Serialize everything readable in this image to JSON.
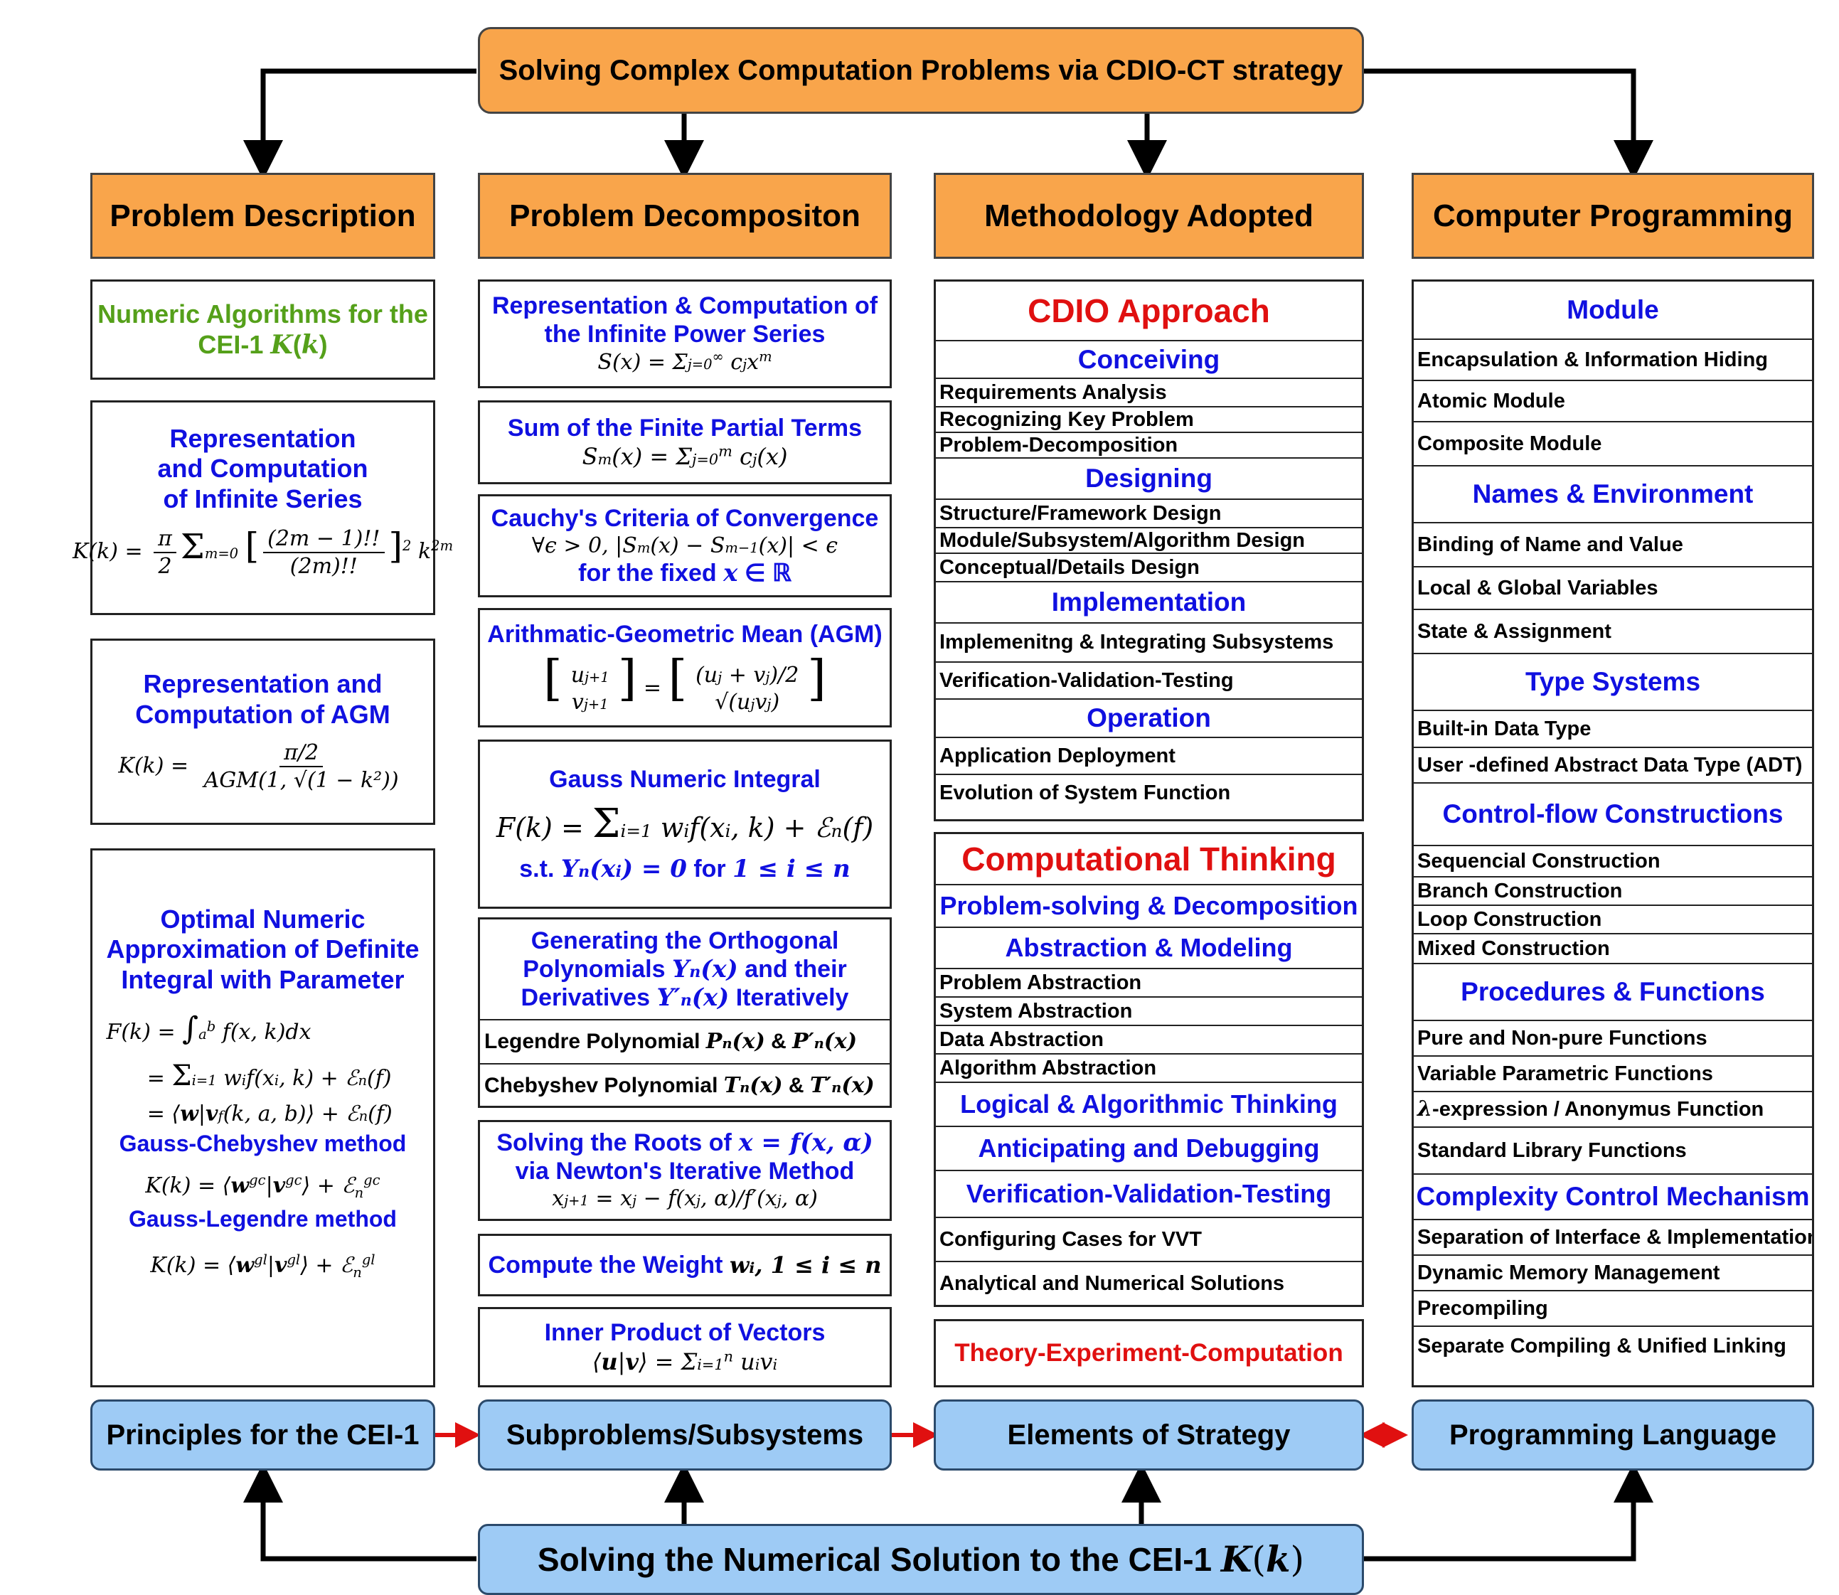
{
  "top_title": "Solving Complex Computation Problems via CDIO-CT strategy",
  "bottom_title": "Solving the Numerical Solution to the CEI-1",
  "headers": {
    "col1": "Problem Description",
    "col2": "Problem Decompositon",
    "col3": "Methodology Adopted",
    "col4": "Computer Programming"
  },
  "footers": {
    "col1": "Principles for the CEI-1",
    "col2": "Subproblems/Subsystems",
    "col3": "Elements of Strategy",
    "col4": "Programming Language"
  },
  "col1": {
    "b1_title": "Numeric Algorithms for the CEI-1",
    "b2_title": "Representation and Computation of Infinite Series",
    "b3_title": "Representation and Computation of AGM",
    "b4_title": "Optimal Numeric Approximation of Definite Integral with Parameter",
    "b4_m1": "Gauss-Chebyshev method",
    "b4_m2": "Gauss-Legendre method"
  },
  "col2": {
    "b1_title": "Representation & Computation of the  Infinite Power Series",
    "b2_title": "Sum of the Finite Partial Terms",
    "b3_title": "Cauchy's Criteria of Convergence",
    "b3_fixed": "for the fixed",
    "b4_title": "Arithmatic-Geometric Mean (AGM)",
    "b5_title": "Gauss Numeric Integral",
    "b5_st": "s.t.",
    "b5_for": "for",
    "b6_title_a": "Generating the Orthogonal Polynomials",
    "b6_title_b": "and their Derivatives",
    "b6_title_c": "Iteratively",
    "b6_r1": "Legendre Polynomial",
    "b6_r2": "Chebyshev Polynomial",
    "amp": "&",
    "b7_title_a": "Solving the Roots of",
    "b7_title_b": "via Newton's Iterative Method",
    "b8_title": "Compute the Weight",
    "b9_title": "Inner Product of Vectors"
  },
  "col3": {
    "cdio_title": "CDIO Approach",
    "conceiving": "Conceiving",
    "c_items": [
      "Requirements  Analysis",
      "Recognizing Key Problem",
      "Problem-Decomposition"
    ],
    "designing": "Designing",
    "d_items": [
      "Structure/Framework Design",
      "Module/Subsystem/Algorithm Design",
      "Conceptual/Details Design"
    ],
    "implementation": "Implementation",
    "i_items": [
      "Implemenitng & Integrating Subsystems",
      "Verification-Validation-Testing"
    ],
    "operation": "Operation",
    "o_items": [
      "Application Deployment",
      "Evolution of System Function"
    ],
    "ct_title": "Computational Thinking",
    "ps": "Problem-solving & Decomposition",
    "am": "Abstraction & Modeling",
    "am_items": [
      "Problem Abstraction",
      "System Abstraction",
      "Data Abstraction",
      "Algorithm Abstraction"
    ],
    "lat": "Logical & Algorithmic Thinking",
    "ad": "Anticipating and Debugging",
    "vvt": "Verification-Validation-Testing",
    "vvt_items": [
      "Configuring Cases for VVT",
      "Analytical and Numerical Solutions"
    ],
    "tec": "Theory-Experiment-Computation"
  },
  "col4": {
    "module": "Module",
    "module_items": [
      "Encapsulation & Information Hiding",
      "Atomic Module",
      "Composite Module"
    ],
    "names": "Names & Environment",
    "names_items": [
      "Binding of Name and Value",
      "Local & Global Variables",
      "State & Assignment"
    ],
    "types": "Type Systems",
    "types_items": [
      "Built-in Data Type",
      "User -defined Abstract Data Type (ADT)"
    ],
    "control": "Control-flow Constructions",
    "control_items": [
      "Sequencial Construction",
      "Branch Construction",
      "Loop Construction",
      "Mixed Construction"
    ],
    "procs": "Procedures & Functions",
    "procs_items": [
      "Pure and Non-pure Functions",
      "Variable Parametric Functions",
      "-expression / Anonymus Function",
      "Standard Library Functions"
    ],
    "complex": "Complexity  Control Mechanism",
    "complex_items": [
      "Separation of Interface & Implementation",
      "Dynamic Memory Management",
      "Precompiling",
      "Separate Compiling & Unified Linking"
    ]
  },
  "colors": {
    "orange": "#F9A54B",
    "light_blue": "#9ECBF5",
    "title_blue": "#1010E0",
    "title_green": "#55A01A",
    "red": "#E01010"
  }
}
